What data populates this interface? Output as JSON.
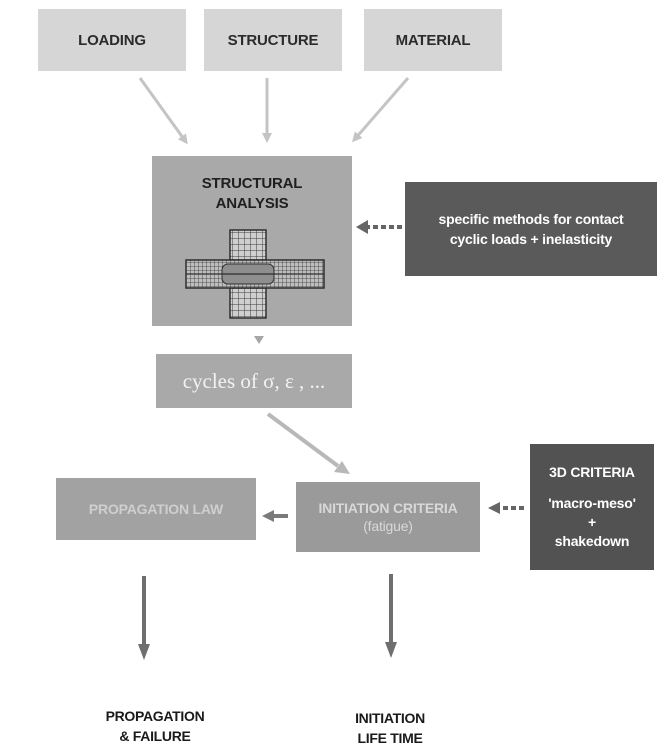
{
  "inputs": {
    "loading": "LOADING",
    "structure": "STRUCTURE",
    "material": "MATERIAL"
  },
  "analysis": {
    "line1": "STRUCTURAL",
    "line2": "ANALYSIS"
  },
  "methods": {
    "line1": "specific methods for contact",
    "line2": "cyclic loads + inelasticity"
  },
  "cycles": {
    "label": "cycles of σ, ε , ..."
  },
  "propagation_law": {
    "label": "PROPAGATION LAW"
  },
  "initiation_criteria": {
    "line1": "INITIATION CRITERIA",
    "line2": "(fatigue)"
  },
  "criteria_3d": {
    "title": "3D CRITERIA",
    "line1": "'macro-meso'",
    "line2": "+",
    "line3": "shakedown"
  },
  "outcomes": {
    "propagation_line1": "PROPAGATION",
    "propagation_line2": "& FAILURE",
    "initiation_line1": "INITIATION",
    "initiation_line2": "LIFE TIME"
  },
  "colors": {
    "light_box": "#d6d6d6",
    "mid_box": "#a9a9a9",
    "dark_box": "#5a5a5a",
    "arrow_light": "#bdbdbd",
    "arrow_dark": "#6e6e6e"
  }
}
